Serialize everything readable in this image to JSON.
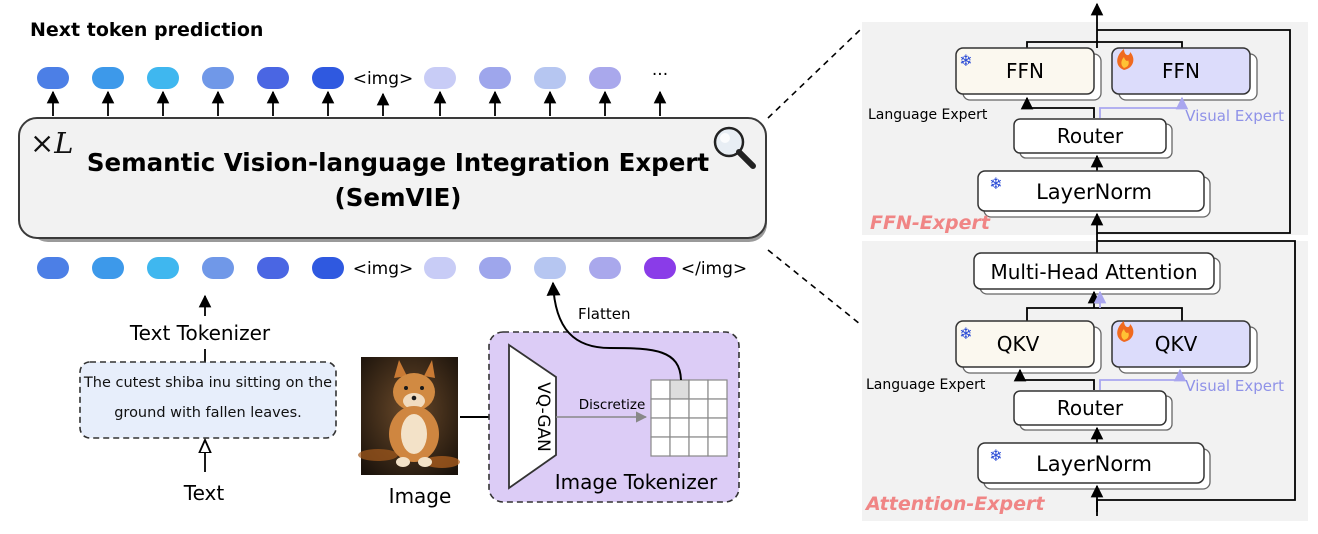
{
  "left": {
    "heading": "Next token prediction",
    "img_open": "<img>",
    "img_close": "</img>",
    "ellipsis": "···",
    "layer_mark": "×L",
    "semvie_line1": "Semantic Vision-language Integration Expert",
    "semvie_line2": "(SemVIE)",
    "text_tokenizer": "Text Tokenizer",
    "caption": "The cutest shiba inu sitting on the ground with fallen leaves.",
    "text_label": "Text",
    "image_label": "Image",
    "vqgan": "VQ-GAN",
    "discretize": "Discretize",
    "flatten": "Flatten",
    "image_tokenizer": "Image Tokenizer"
  },
  "right": {
    "ffn": {
      "title": "FFN-Expert",
      "ffn_lang": "FFN",
      "ffn_vis": "FFN",
      "language_expert": "Language Expert",
      "visual_expert": "Visual Expert",
      "router": "Router",
      "layernorm": "LayerNorm"
    },
    "attn": {
      "title": "Attention-Expert",
      "mha": "Multi-Head Attention",
      "qkv_lang": "QKV",
      "qkv_vis": "QKV",
      "language_expert": "Language Expert",
      "visual_expert": "Visual Expert",
      "router": "Router",
      "layernorm": "LayerNorm"
    }
  },
  "colors": {
    "token_palette": [
      "#4c7fe6",
      "#3d99ea",
      "#3fb7ef",
      "#7098e8",
      "#4a66e3",
      "#2f59e0",
      "#c8ccf6",
      "#9ea6ec",
      "#b6c6f1",
      "#a9a8ec",
      "#8a3ce8"
    ],
    "expert_title": "#f08585",
    "visual_expert": "#8f92e8",
    "frozen_box": "#fbf8ef",
    "trainable_box": "#dcdcfb",
    "tokenizer_bg": "#dcccf6"
  },
  "icons": [
    "magnifier-icon",
    "snowflake-icon",
    "flame-icon",
    "shiba-photo"
  ]
}
